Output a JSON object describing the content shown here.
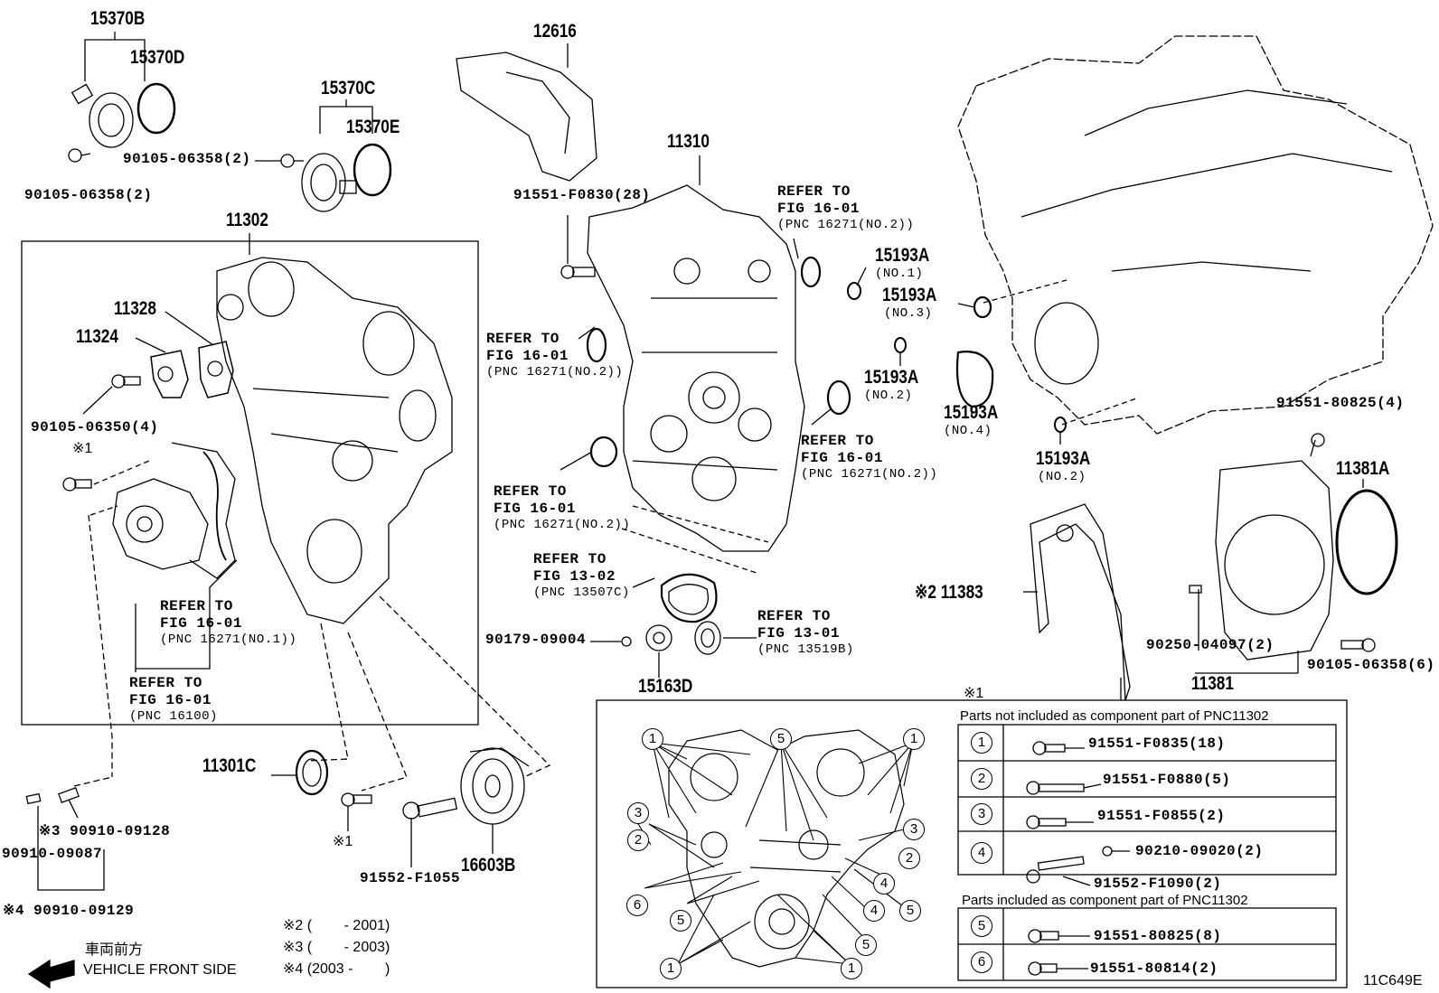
{
  "labels": {
    "p15370B": "15370B",
    "p15370D": "15370D",
    "p15370C": "15370C",
    "p15370E": "15370E",
    "p12616": "12616",
    "p11310": "11310",
    "p11302": "11302",
    "p11328": "11328",
    "p11324": "11324",
    "bolt_a": "90105-06358(2)",
    "bolt_b": "90105-06358(2)",
    "bolt_c": "90105-06350(4)",
    "note1_mark": "※1",
    "bolt_d": "91551-F0830(28)",
    "p15193A_1": "15193A",
    "no1": "(NO.1)",
    "p15193A_3": "15193A",
    "no3": "(NO.3)",
    "p15193A_2a": "15193A",
    "no2a": "(NO.2)",
    "p15193A_4": "15193A",
    "no4": "(NO.4)",
    "p15193A_2b": "15193A",
    "no2b": "(NO.2)",
    "bolt_e": "91551-80825(4)",
    "p11381A": "11381A",
    "p11383": "※2 11383",
    "pin": "90250-04097(2)",
    "bolt_f": "90105-06358(6)",
    "p11381": "11381",
    "p90179": "90179-09004",
    "p15163D": "15163D",
    "p11301C": "11301C",
    "note1b": "※1",
    "p91552": "91552-F1055",
    "p16603B": "16603B",
    "p90910_128": "※3 90910-09128",
    "p90910_087": "90910-09087",
    "p90910_129": "※4 90910-09129",
    "footnote2": "※2 (        - 2001)",
    "footnote3": "※3 (        - 2003)",
    "footnote4": "※4 (2003 -        )",
    "front_jp": "車両前方",
    "front_en": "VEHICLE FRONT SIDE",
    "fig_code": "11C649E",
    "note1_top": "※1"
  },
  "refs": {
    "r1": {
      "l1": "REFER TO",
      "l2": "FIG 16-01",
      "l3": "(PNC 16271(NO.2))"
    },
    "r2": {
      "l1": "REFER TO",
      "l2": "FIG 16-01",
      "l3": "(PNC 16271(NO.2))"
    },
    "r3": {
      "l1": "REFER TO",
      "l2": "FIG 16-01",
      "l3": "(PNC 16271(NO.2))"
    },
    "r4": {
      "l1": "REFER TO",
      "l2": "FIG 16-01",
      "l3": "(PNC 16271(NO.2))"
    },
    "r5": {
      "l1": "REFER TO",
      "l2": "FIG 13-02",
      "l3": "(PNC 13507C)"
    },
    "r6": {
      "l1": "REFER TO",
      "l2": "FIG 13-01",
      "l3": "(PNC 13519B)"
    },
    "r7": {
      "l1": "REFER TO",
      "l2": "FIG 16-01",
      "l3": "(PNC 16271(NO.1))"
    },
    "r8": {
      "l1": "REFER TO",
      "l2": "FIG 16-01",
      "l3": "(PNC 16100)"
    }
  },
  "table": {
    "head_not_included": "Parts not included as component part of PNC11302",
    "head_included": "Parts included as component part of PNC11302",
    "rows": [
      {
        "num": "1",
        "part": "91551-F0835(18)"
      },
      {
        "num": "2",
        "part": "91551-F0880(5)"
      },
      {
        "num": "3",
        "part": "91551-F0855(2)"
      },
      {
        "num": "4",
        "part": "90210-09020(2)",
        "part2": "91552-F1090(2)"
      },
      {
        "num": "5",
        "part": "91551-80825(8)"
      },
      {
        "num": "6",
        "part": "91551-80814(2)"
      }
    ]
  },
  "inset_callouts": [
    "1",
    "5",
    "1",
    "3",
    "2",
    "3",
    "2",
    "6",
    "5",
    "4",
    "4",
    "5",
    "5",
    "1",
    "1"
  ]
}
